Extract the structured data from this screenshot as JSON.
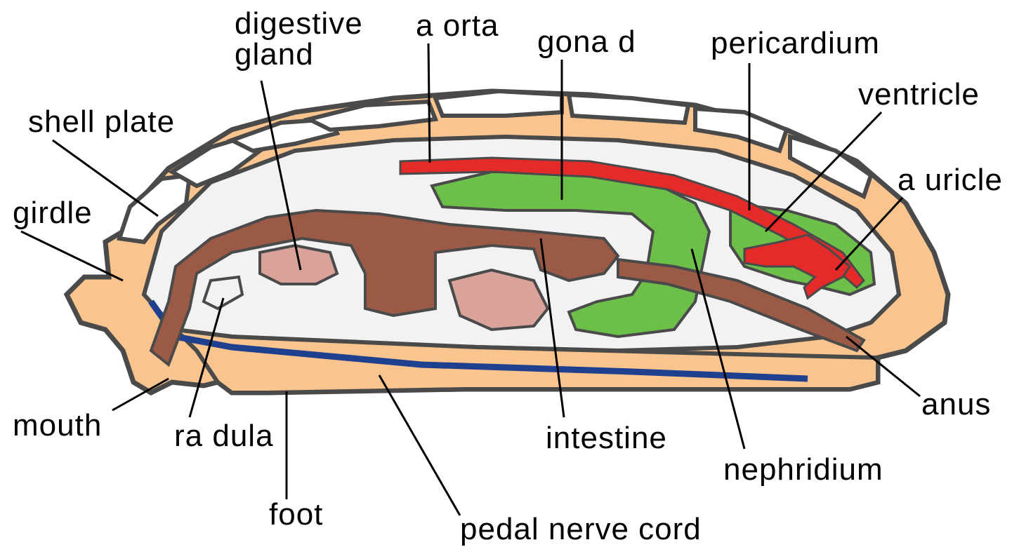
{
  "labels": {
    "digestive_gland_line1": "digestive",
    "digestive_gland_line2": "gland",
    "aorta": "a orta",
    "gonad": "gona d",
    "pericardium": "pericardium",
    "ventricle": "ventricle",
    "auricle": "a uricle",
    "shell_plate": "shell plate",
    "girdle": "girdle",
    "mouth": "mouth",
    "radula": "ra dula",
    "foot": "foot",
    "intestine": "intestine",
    "nephridium": "nephridium",
    "anus": "anus",
    "pedal_nerve_cord": "pedal nerve cord"
  },
  "colors": {
    "foot_girdle": "#f9c48e",
    "shell_plate": "#ffffff",
    "outline": "#4a4a4a",
    "digestive_tract": "#9b5a45",
    "digestive_gland": "#d9a39a",
    "gonad": "#6cc04a",
    "aorta_heart": "#e52a2a",
    "nerve_cord": "#1f3f8f",
    "body_cavity": "#f2f2f2"
  }
}
